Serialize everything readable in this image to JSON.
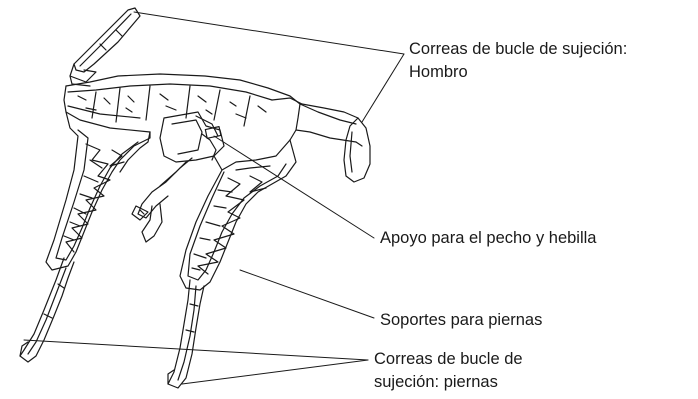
{
  "callouts": {
    "shoulder_straps": {
      "line1": "Correas de bucle de sujeción:",
      "line2": "Hombro"
    },
    "chest_support": {
      "text": "Apoyo para el pecho y hebilla"
    },
    "leg_supports": {
      "text": "Soportes para piernas"
    },
    "leg_straps": {
      "line1": "Correas de bucle de",
      "line2": "sujeción: piernas"
    }
  },
  "colors": {
    "line": "#1a1a1a",
    "background": "#ffffff"
  }
}
